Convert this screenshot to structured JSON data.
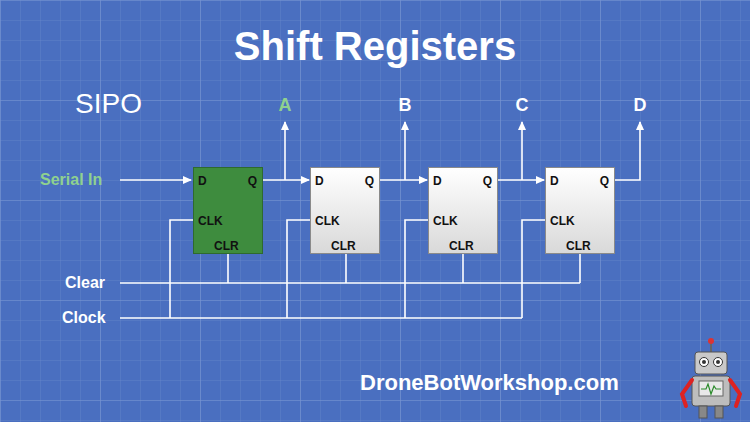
{
  "diagram": {
    "title": "Shift Registers",
    "nodes": [
      {
        "text": [
          "D",
          "Q",
          "CLK",
          "CLR"
        ]
      },
      {
        "text": [
          "D",
          "Q",
          "CLK",
          "CLR"
        ]
      },
      {
        "text": [
          "D",
          "Q",
          "CLK",
          "CLR"
        ]
      },
      {
        "text": [
          "D",
          "Q",
          "CLK",
          "CLR"
        ]
      }
    ],
    "edges": [
      {
        "from": 0,
        "to": 1,
        "arrow": "to"
      },
      {
        "from": 1,
        "to": 2,
        "arrow": "to"
      },
      {
        "from": 2,
        "to": 3,
        "arrow": "to"
      }
    ],
    "labels": [
      "SIPO",
      "A",
      "B",
      "C",
      "D",
      "Serial In",
      "Clear",
      "Clock",
      "DroneBotWorkshop.com"
    ]
  }
}
